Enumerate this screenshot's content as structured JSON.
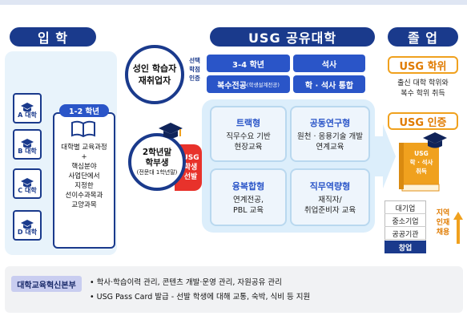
{
  "headers": {
    "admission": "입 학",
    "usg": "USG 공유대학",
    "graduation": "졸 업"
  },
  "universities": [
    "A 대학",
    "B 대학",
    "C 대학",
    "D 대학"
  ],
  "year12": {
    "label": "1-2 학년",
    "lines": [
      "대학별 교육과정",
      "+",
      "핵심분야",
      "사업단에서",
      "지정한",
      "선이수과목과",
      "교양과목"
    ]
  },
  "adult_learner": {
    "line1": "성인 학습자",
    "line2": "재취업자"
  },
  "side_note": [
    "선택",
    "학점",
    "인증"
  ],
  "usg_track": {
    "year34": "3-4 학년",
    "masters": "석사",
    "double_major": "복수전공",
    "double_major_note": "(학생설계전공)",
    "integrated": "학 · 석사 통합"
  },
  "sophomore": {
    "line1": "2학년말",
    "line2": "학부생",
    "line3": "(전문대 1학년말)"
  },
  "selection": [
    "USG",
    "학생",
    "선발"
  ],
  "cells": [
    {
      "title": "트랙형",
      "desc": [
        "직무수요 기반",
        "현장교육"
      ]
    },
    {
      "title": "공동연구형",
      "desc": [
        "원천 · 응용기술 개발",
        "연계교육"
      ]
    },
    {
      "title": "융복합형",
      "desc": [
        "연계전공,",
        "PBL 교육"
      ]
    },
    {
      "title": "직무역량형",
      "desc": [
        "재직자/",
        "취업준비자 교육"
      ]
    }
  ],
  "graduation": {
    "degree_label": "USG 학위",
    "degree_desc": [
      "출신 대학 학위와",
      "복수 학위 취득"
    ],
    "cert_label": "USG 인증",
    "book_text": [
      "USG",
      "학 · 석사",
      "취득"
    ]
  },
  "employers": [
    "대기업",
    "중소기업",
    "공공기관",
    "창업"
  ],
  "regional": [
    "지역",
    "인재",
    "채용"
  ],
  "footer": {
    "office": "대학교육혁신본부",
    "bullets": [
      "학사·학습이력 관리, 콘텐츠 개발·운영 관리, 자원공유 관리",
      "USG Pass Card 발급 - 선발 학생에 대해 교통, 숙박, 식비 등 지원"
    ]
  },
  "colors": {
    "navy": "#1a3a8c",
    "royal": "#2a55c8",
    "orange": "#f0a11e",
    "light_blue": "#dceefb",
    "red": "#e8322b"
  }
}
